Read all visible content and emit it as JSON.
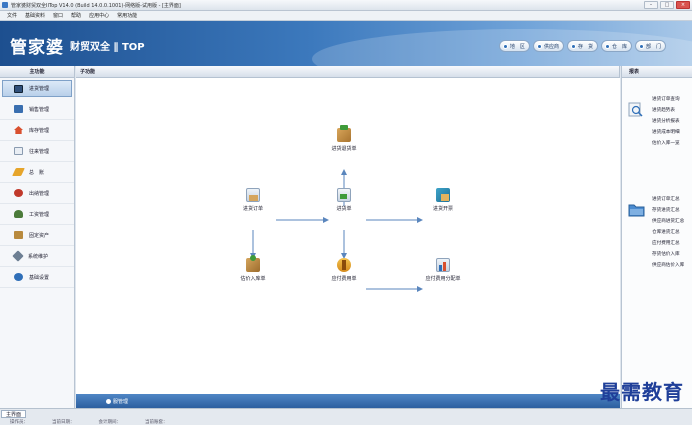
{
  "window": {
    "title": "管家婆财贸双全IITop V14.0 (Build 14.0.0.1001)-网络版-试用版 - [主界面]",
    "controls": [
      "–",
      "□",
      "×"
    ]
  },
  "menu": [
    "文件",
    "基础资料",
    "窗口",
    "帮助",
    "应用中心",
    "常用功能"
  ],
  "banner": {
    "logo_main": "管家婆",
    "logo_sub": "财贸双全 ∥ TOP",
    "quick_buttons": [
      "地　区",
      "供应商",
      "存　货",
      "仓　库",
      "部　门"
    ]
  },
  "sidebar": {
    "header": "主功能",
    "items": [
      {
        "label": "进货管理",
        "icon": "monitor-icon",
        "active": true
      },
      {
        "label": "销售管理",
        "icon": "book-icon",
        "active": false
      },
      {
        "label": "库存管理",
        "icon": "house-icon",
        "active": false
      },
      {
        "label": "往来管理",
        "icon": "document-icon",
        "active": false
      },
      {
        "label": "总　账",
        "icon": "pencil-icon",
        "active": false
      },
      {
        "label": "出纳管理",
        "icon": "cash-icon",
        "active": false
      },
      {
        "label": "工资管理",
        "icon": "people-icon",
        "active": false
      },
      {
        "label": "固定资产",
        "icon": "asset-icon",
        "active": false
      },
      {
        "label": "系统维护",
        "icon": "tools-icon",
        "active": false
      },
      {
        "label": "基础设置",
        "icon": "settings-icon",
        "active": false
      }
    ]
  },
  "main": {
    "header": "子功能",
    "nodes": [
      {
        "id": "return",
        "label": "进货退货单",
        "icon": "box-return-icon"
      },
      {
        "id": "order",
        "label": "进货订单",
        "icon": "order-icon"
      },
      {
        "id": "purchase",
        "label": "进货单",
        "icon": "purchase-icon"
      },
      {
        "id": "invoice",
        "label": "进货开票",
        "icon": "invoice-icon"
      },
      {
        "id": "estimate",
        "label": "估价入库单",
        "icon": "estimate-icon"
      },
      {
        "id": "payable",
        "label": "应付费用单",
        "icon": "payable-icon"
      },
      {
        "id": "allocation",
        "label": "应付费用分配单",
        "icon": "allocation-icon"
      }
    ],
    "bottom_label": "服管理"
  },
  "reports": {
    "header": "报表",
    "group1": [
      "进货订单查询",
      "进货趋势表",
      "进货分析报表",
      "进货成本明细",
      "估价入库一览"
    ],
    "group2": [
      "进货订单汇总",
      "存货进货汇总",
      "供应商进货汇总",
      "仓库进货汇总",
      "应付费用汇总",
      "存货估价入库",
      "供应商估价入库"
    ]
  },
  "statusbar": {
    "tab": "主界面",
    "cells": [
      "操作员：",
      "当前日期：",
      "会计期间：",
      "当前账套："
    ]
  },
  "watermark": "最需教育",
  "colors": {
    "banner_dark": "#1d4f8f",
    "banner_light": "#a9c8e8",
    "accent": "#2f6fb8",
    "arrow": "#5a86bd"
  }
}
